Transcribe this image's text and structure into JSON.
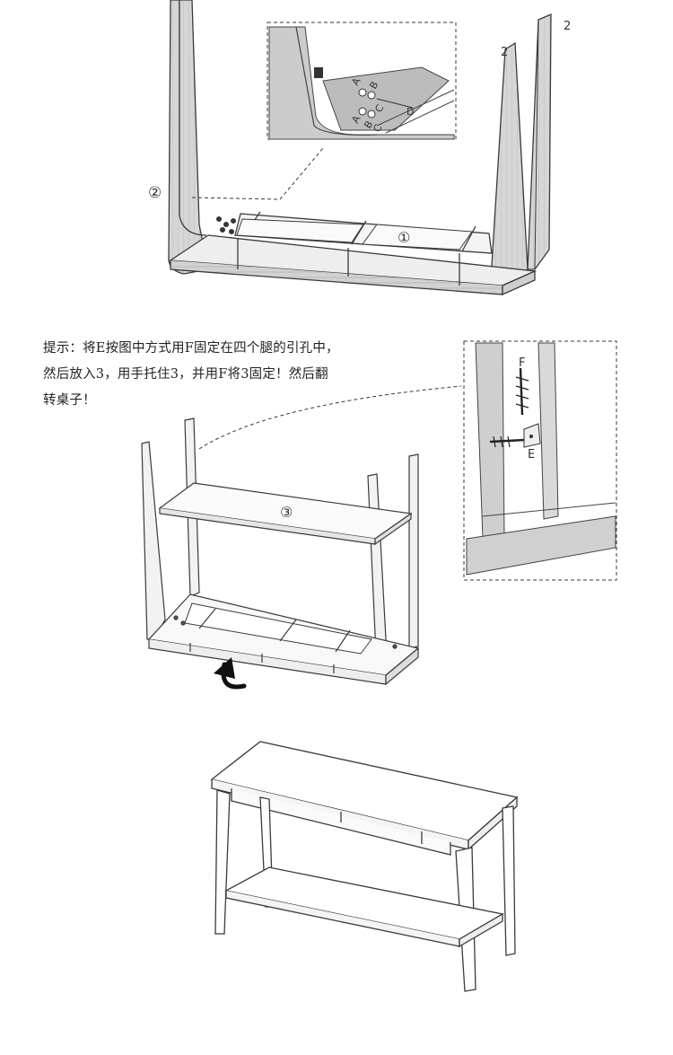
{
  "step1": {
    "corner_label_top": "2",
    "corner_label_mid": "2",
    "part_label_left": "②",
    "part_label_apron": "①",
    "detail_letters": [
      "A",
      "B",
      "C",
      "D",
      "A",
      "B",
      "C"
    ]
  },
  "tip": {
    "lines": [
      "提示：将E按图中方式用F固定在四个腿的引孔中，",
      "然后放入3，用手托住3，并用F将3固定！然后翻",
      "转桌子！"
    ]
  },
  "step2": {
    "part_label_shelf": "③",
    "detail_label_screw": "F",
    "detail_label_bracket": "E"
  },
  "colors": {
    "line": "#3a3a3a",
    "wood_shade": "#cfcfcf",
    "wood_dark": "#9a9a9a",
    "background": "#ffffff"
  }
}
